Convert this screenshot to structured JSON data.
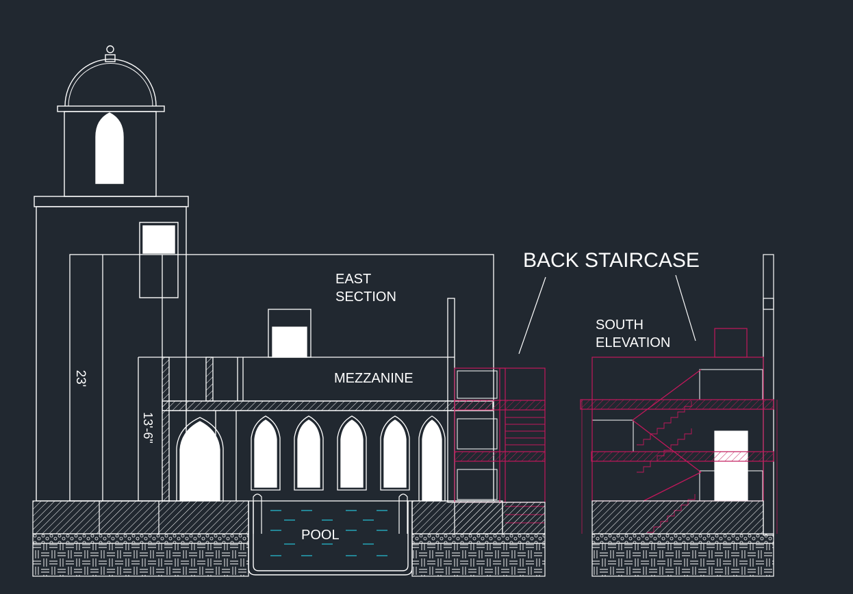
{
  "drawing": {
    "colors": {
      "background": "#212830",
      "line": "#ffffff",
      "stair": "#c2185b",
      "water": "#26c6da"
    },
    "labels": {
      "back_staircase": "BACK STAIRCASE",
      "east_section_line1": "EAST",
      "east_section_line2": "SECTION",
      "mezzanine": "MEZZANINE",
      "pool": "POOL",
      "south_elevation_line1": "SOUTH",
      "south_elevation_line2": "ELEVATION",
      "dim_height_total": "23'",
      "dim_height_ground": "13'-6\""
    }
  }
}
